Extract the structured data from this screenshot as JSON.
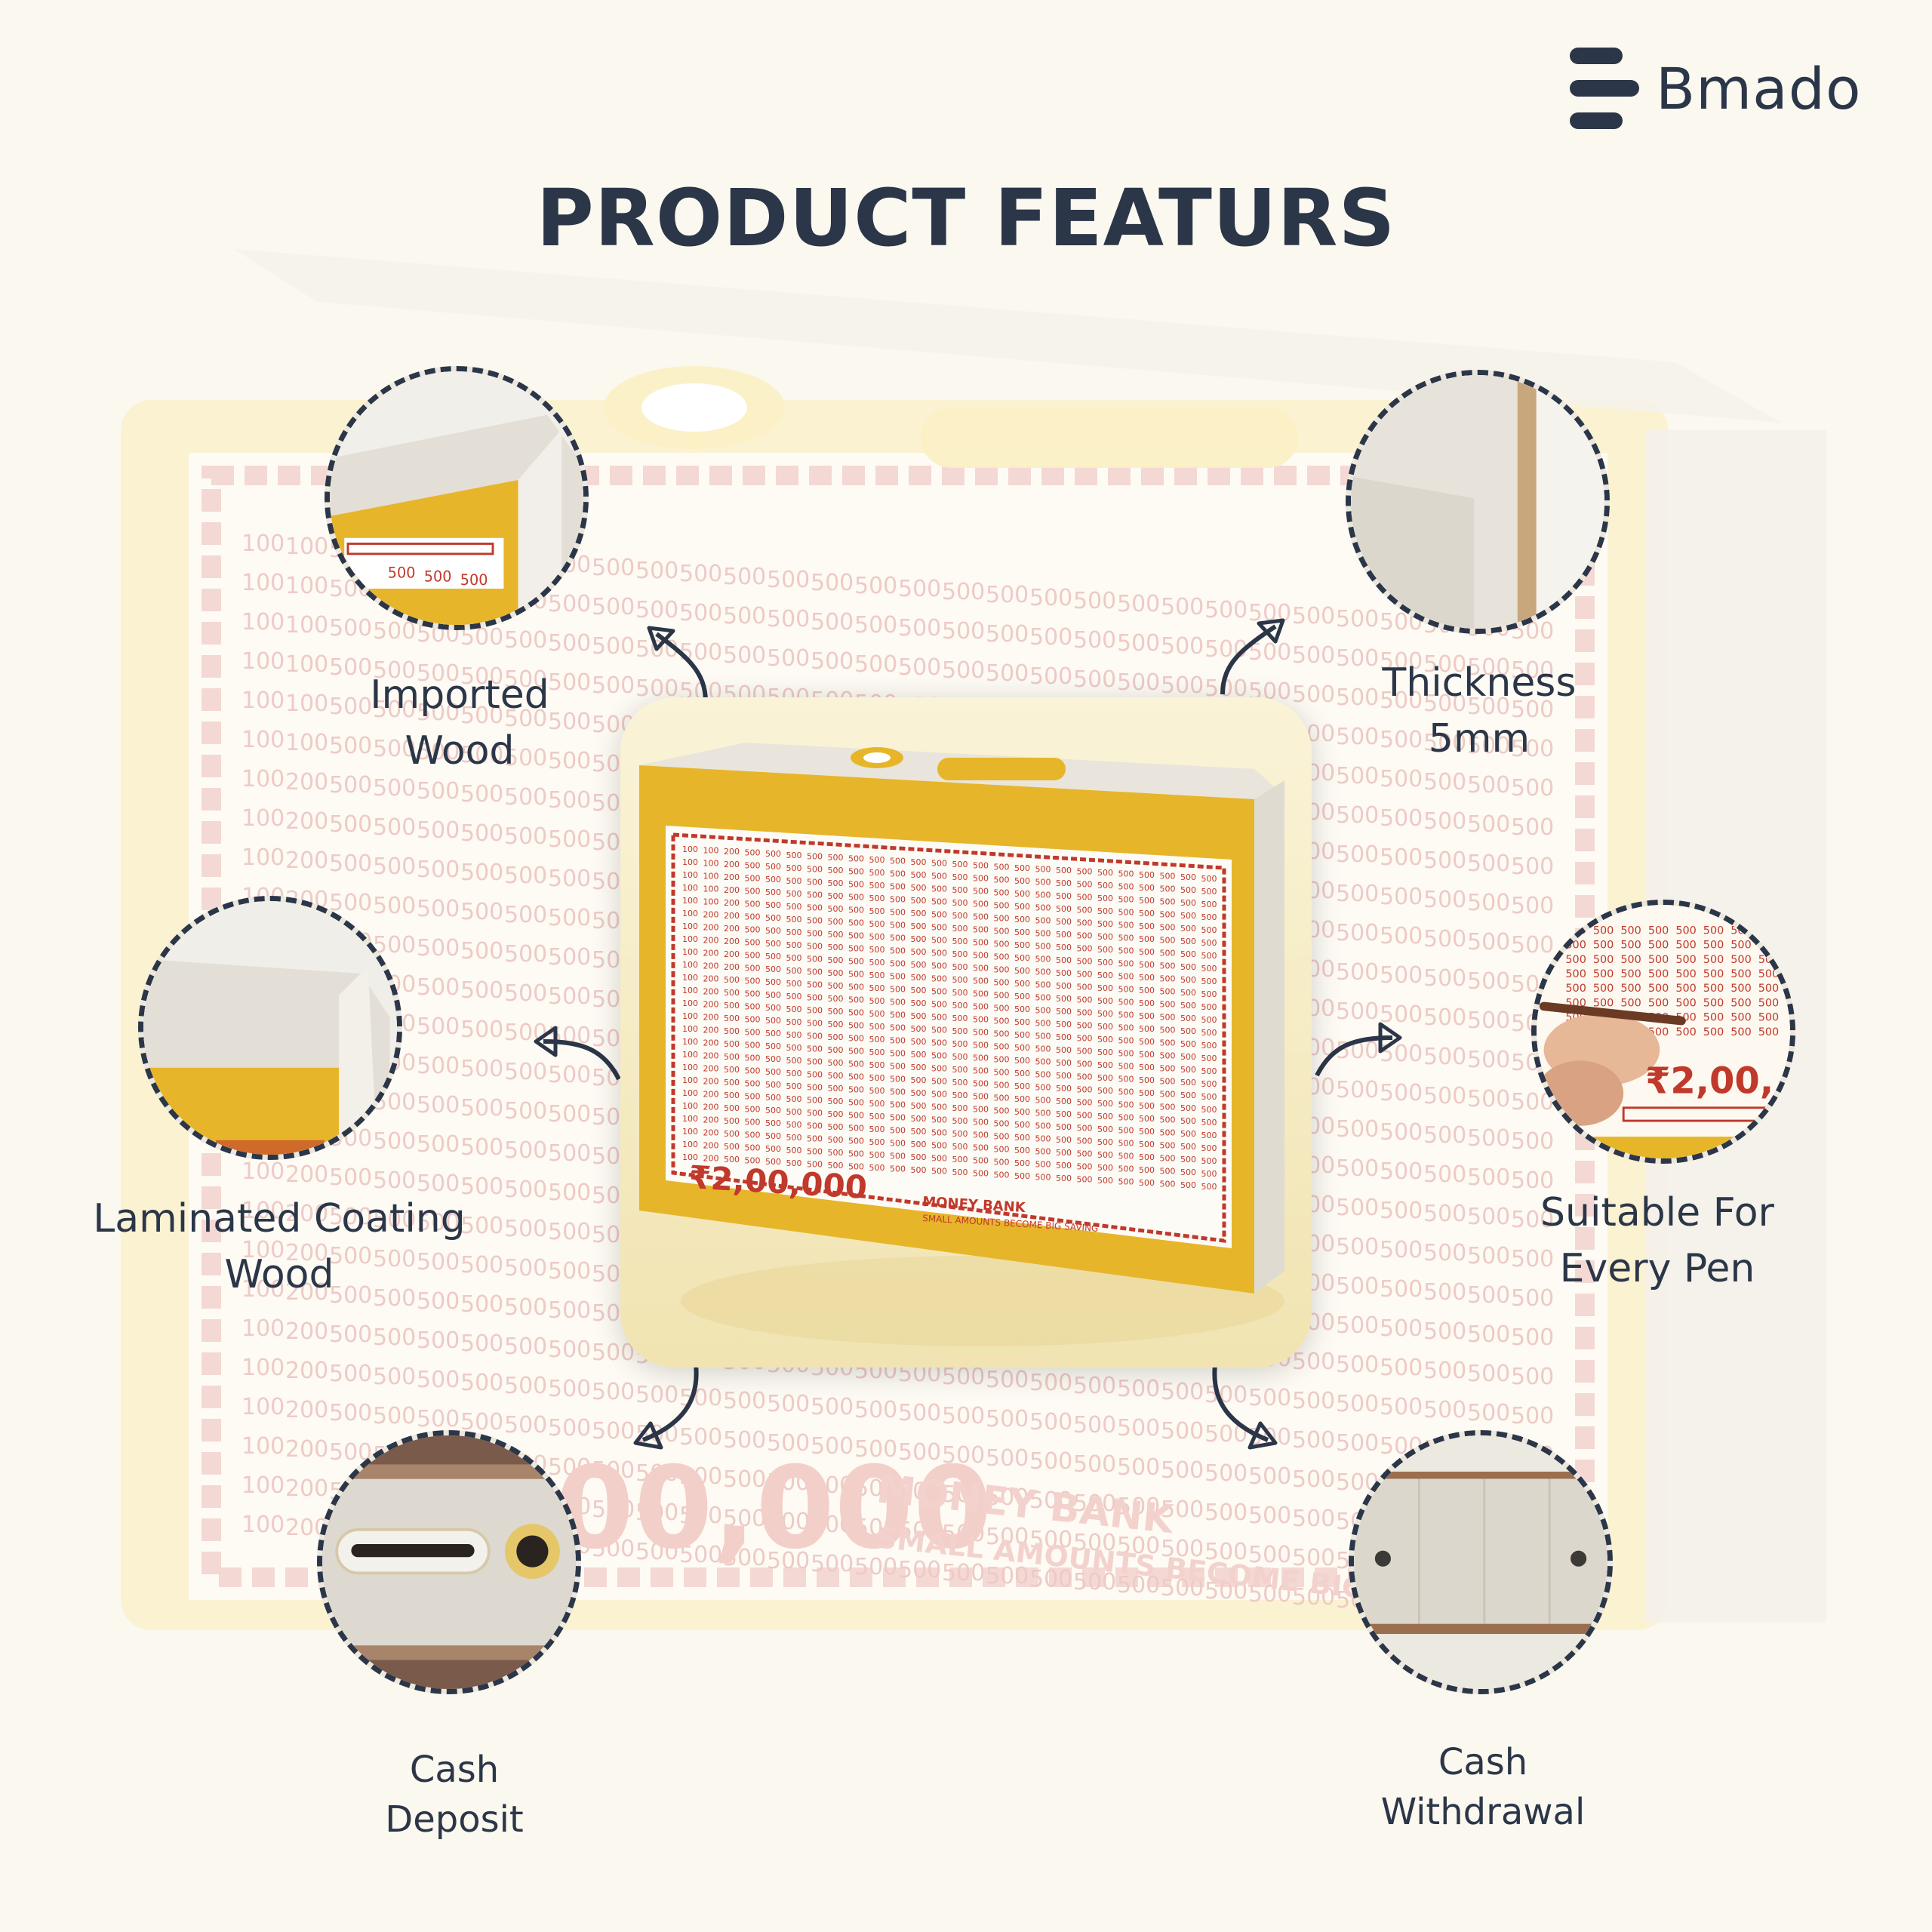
{
  "brand": {
    "name": "Bmado",
    "logo_icon": "stacked-bars-logo-icon",
    "color": "#2b3648"
  },
  "title": "PRODUCT FEATURS",
  "features": [
    {
      "id": "imported-wood",
      "lines": [
        "Imported",
        "Wood"
      ]
    },
    {
      "id": "thickness",
      "lines": [
        "Thickness",
        "5mm"
      ]
    },
    {
      "id": "laminated-coating",
      "lines": [
        "Laminated Coating",
        "Wood"
      ]
    },
    {
      "id": "suitable-pen",
      "lines": [
        "Suitable For",
        "Every Pen"
      ]
    },
    {
      "id": "cash-deposit",
      "lines": [
        "Cash",
        "Deposit"
      ]
    },
    {
      "id": "cash-withdrawal",
      "lines": [
        "Cash",
        "Withdrawal"
      ]
    }
  ],
  "product": {
    "amount": "₹2,00,000",
    "name": "MONEY BANK",
    "tagline": "SMALL AMOUNTS BECOME BIG SAVING",
    "grid_values": [
      "100",
      "200",
      "500"
    ]
  },
  "background_print": {
    "amount": "₹2,00,000",
    "name": "MONEY BANK",
    "tagline": "SMALL AMOUNTS BECOME BIG"
  },
  "circle_detail": {
    "grid_value": "500",
    "amount_fragment": "₹2,00,"
  },
  "colors": {
    "accent_red": "#c0392b",
    "gold": "#e7b52a",
    "wood": "#e6e2da",
    "dark": "#2b3648"
  }
}
